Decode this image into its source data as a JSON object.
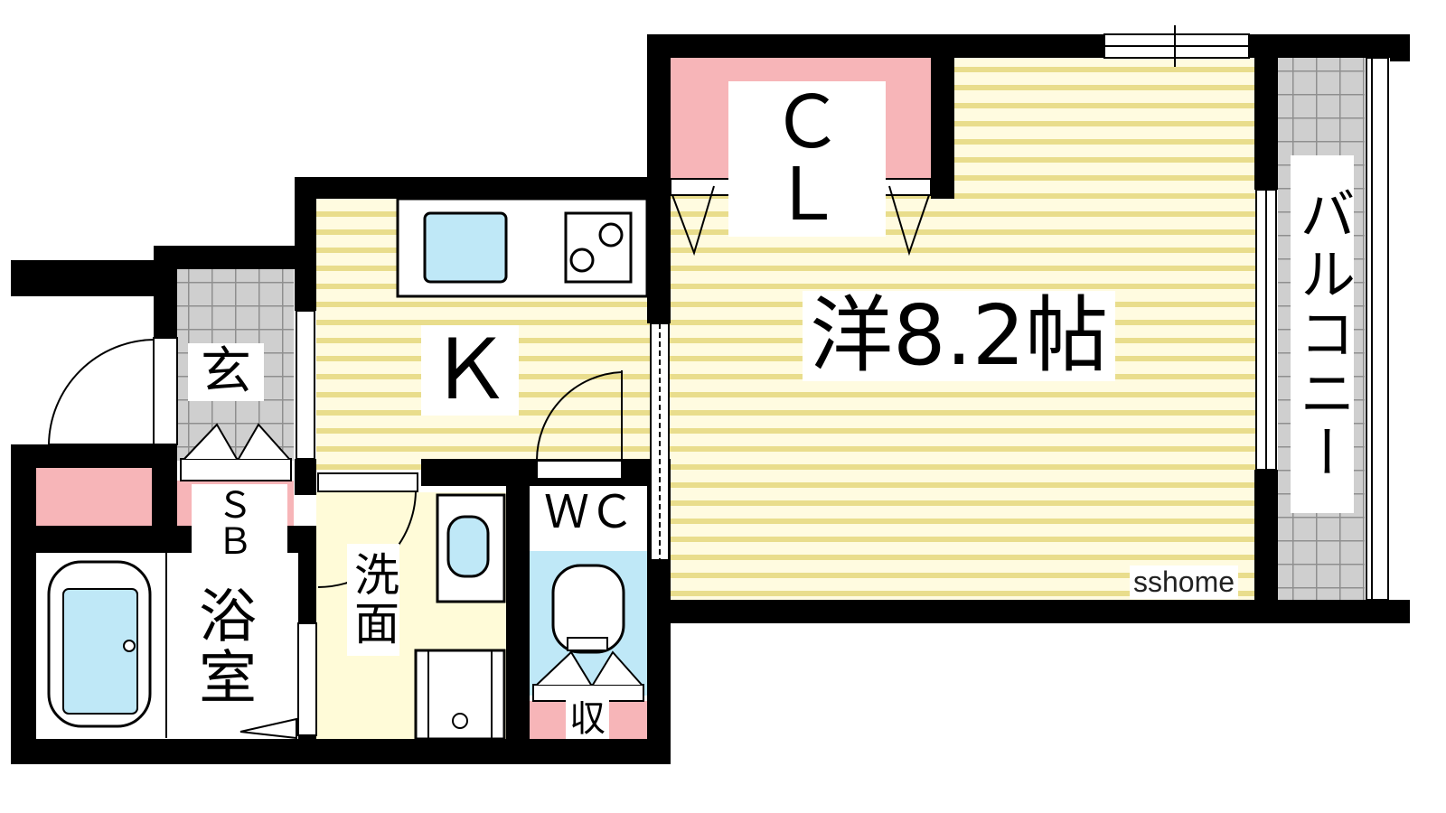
{
  "rooms": {
    "closet": "ＣＬ",
    "western_room": "洋8.2帖",
    "balcony": "バルコニー",
    "kitchen": "Ｋ",
    "entrance": "玄",
    "shoe_box": "ＳＢ",
    "washroom": "洗面",
    "bathroom": "浴室",
    "toilet": "ＷＣ",
    "storage": "収"
  },
  "watermark": "sshome",
  "colors": {
    "wall": "#000000",
    "floor_stripe": "#f6f0b8",
    "floor_base": "#fffbe0",
    "closet": "#f7b5b8",
    "water": "#bfe8f7",
    "tile": "#cfcfcf",
    "tile_line": "#9a9a9a"
  }
}
